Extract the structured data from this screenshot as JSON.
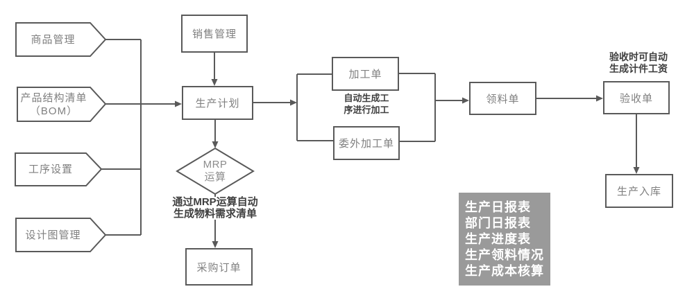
{
  "colors": {
    "line": "#595959",
    "node_border": "#595959",
    "node_text": "#7f7f7f",
    "diamond_text": "#8c8c8c",
    "annotation_text": "#3f3f3f",
    "panel_background": "#9a9a9a",
    "panel_text": "#ffffff"
  },
  "left_inputs": [
    {
      "label": "商品管理"
    },
    {
      "line1": "产品结构清单",
      "line2": "（BOM）"
    },
    {
      "label": "工序设置"
    },
    {
      "label": "设计图管理"
    }
  ],
  "nodes": {
    "sales": "销售管理",
    "plan": "生产计划",
    "mrp": {
      "line1": "MRP",
      "line2": "运算"
    },
    "purchase": "采购订单",
    "work_order": "加工单",
    "outsourced_order": "委外加工单",
    "requisition": "领料单",
    "acceptance": "验收单",
    "warehouse_in": "生产入库"
  },
  "annotations": {
    "mrp_note": {
      "line1": "通过MRP运算自动",
      "line2": "生成物料需求清单"
    },
    "process_note": {
      "line1": "自动生成工",
      "line2": "序进行加工"
    },
    "acceptance_note": {
      "line1": "验收时可自动",
      "line2": "生成计件工资"
    }
  },
  "reports_panel": {
    "items": [
      "生产日报表",
      "部门日报表",
      "生产进度表",
      "生产领料情况",
      "生产成本核算"
    ]
  }
}
